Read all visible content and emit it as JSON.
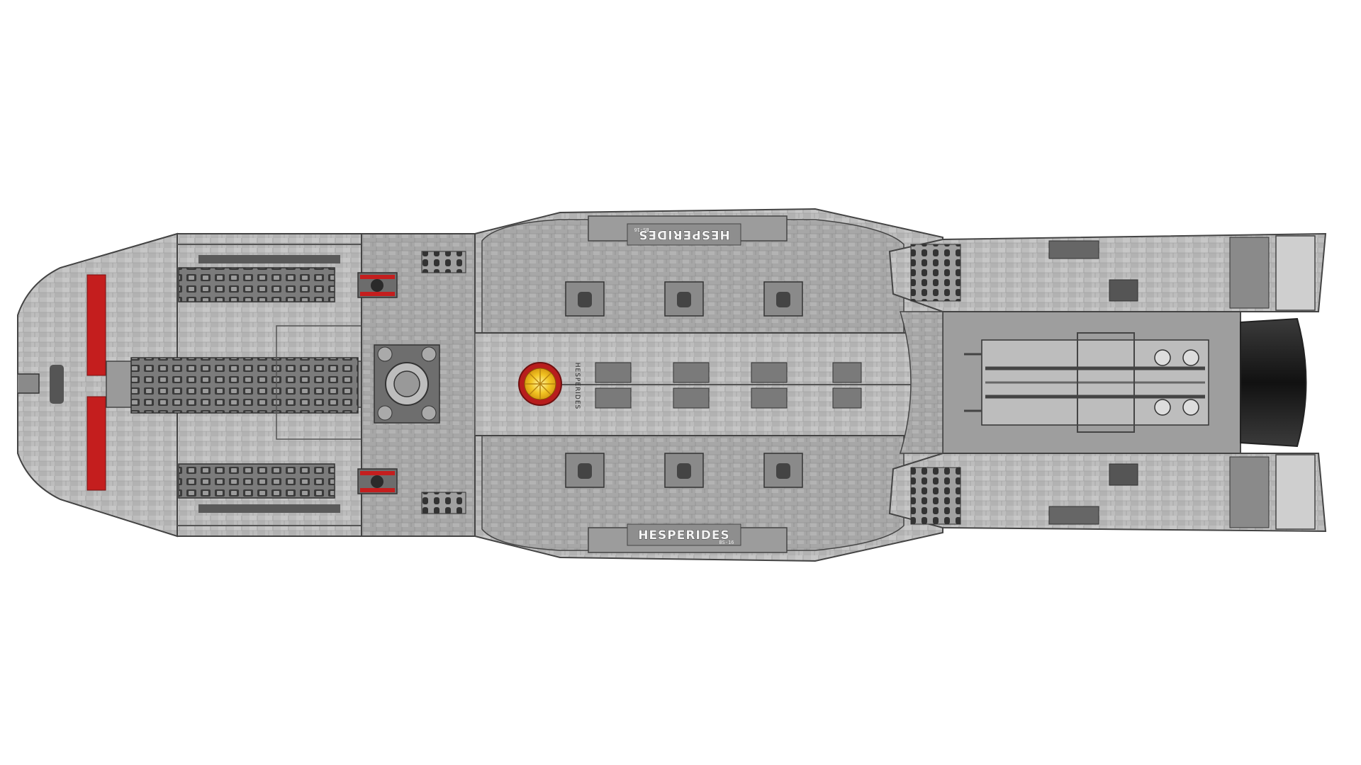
{
  "image": {
    "subject": "battlestar-top-view",
    "background": "#ffffff",
    "colors": {
      "hull_light": "#c9c9c9",
      "hull_mid": "#a9a9a9",
      "hull_dark": "#6e6e6e",
      "panel_line": "#555555",
      "stripe_red": "#c41e1e",
      "engine_dark": "#2b2b2b",
      "emblem_gold": "#f2c523",
      "emblem_red": "#b81d1d"
    }
  },
  "markings": {
    "name_top": "HESPERIDES",
    "code_top": "BS-16",
    "name_bottom": "HESPERIDES",
    "code_bottom": "BS-16",
    "name_side": "HESPERIDES"
  },
  "icons": {
    "emblem": "colonial-emblem-icon",
    "vents": "vent-grille-icon",
    "turrets": "turret-icon"
  }
}
